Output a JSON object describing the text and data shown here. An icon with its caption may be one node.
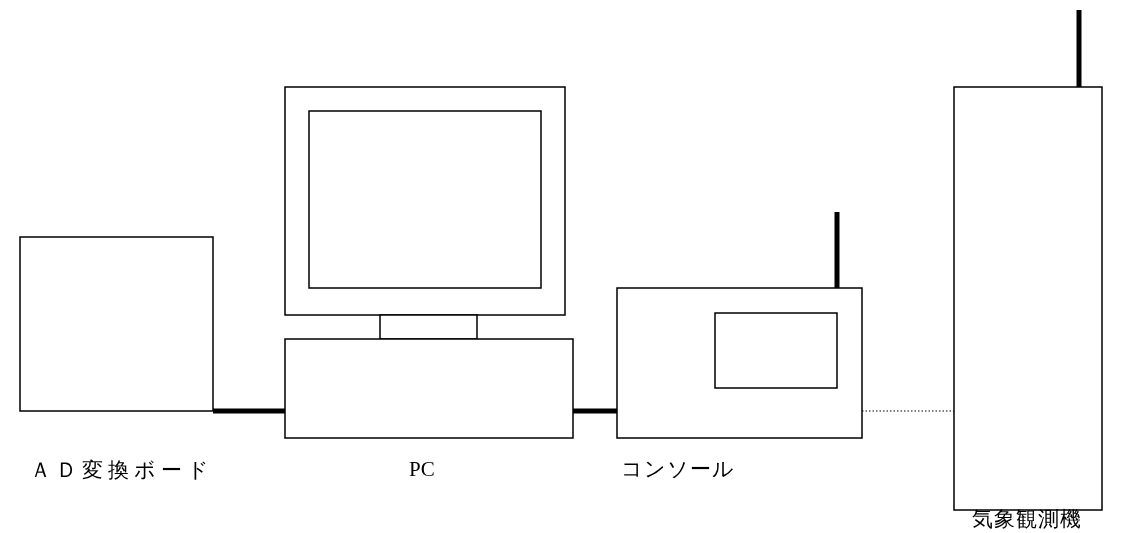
{
  "diagram": {
    "nodes": [
      {
        "text": [
          "ＡＤ変換ボード"
        ]
      },
      {
        "text": [
          "PC"
        ]
      },
      {
        "text": [
          "コンソール"
        ]
      },
      {
        "text": [
          "気象観測機"
        ]
      }
    ],
    "edges": [
      {
        "from": 0,
        "to": 1,
        "arrow": "none"
      },
      {
        "from": 1,
        "to": 2,
        "arrow": "none"
      },
      {
        "from": 2,
        "to": 3,
        "arrow": "none",
        "style": "dashed"
      }
    ]
  }
}
